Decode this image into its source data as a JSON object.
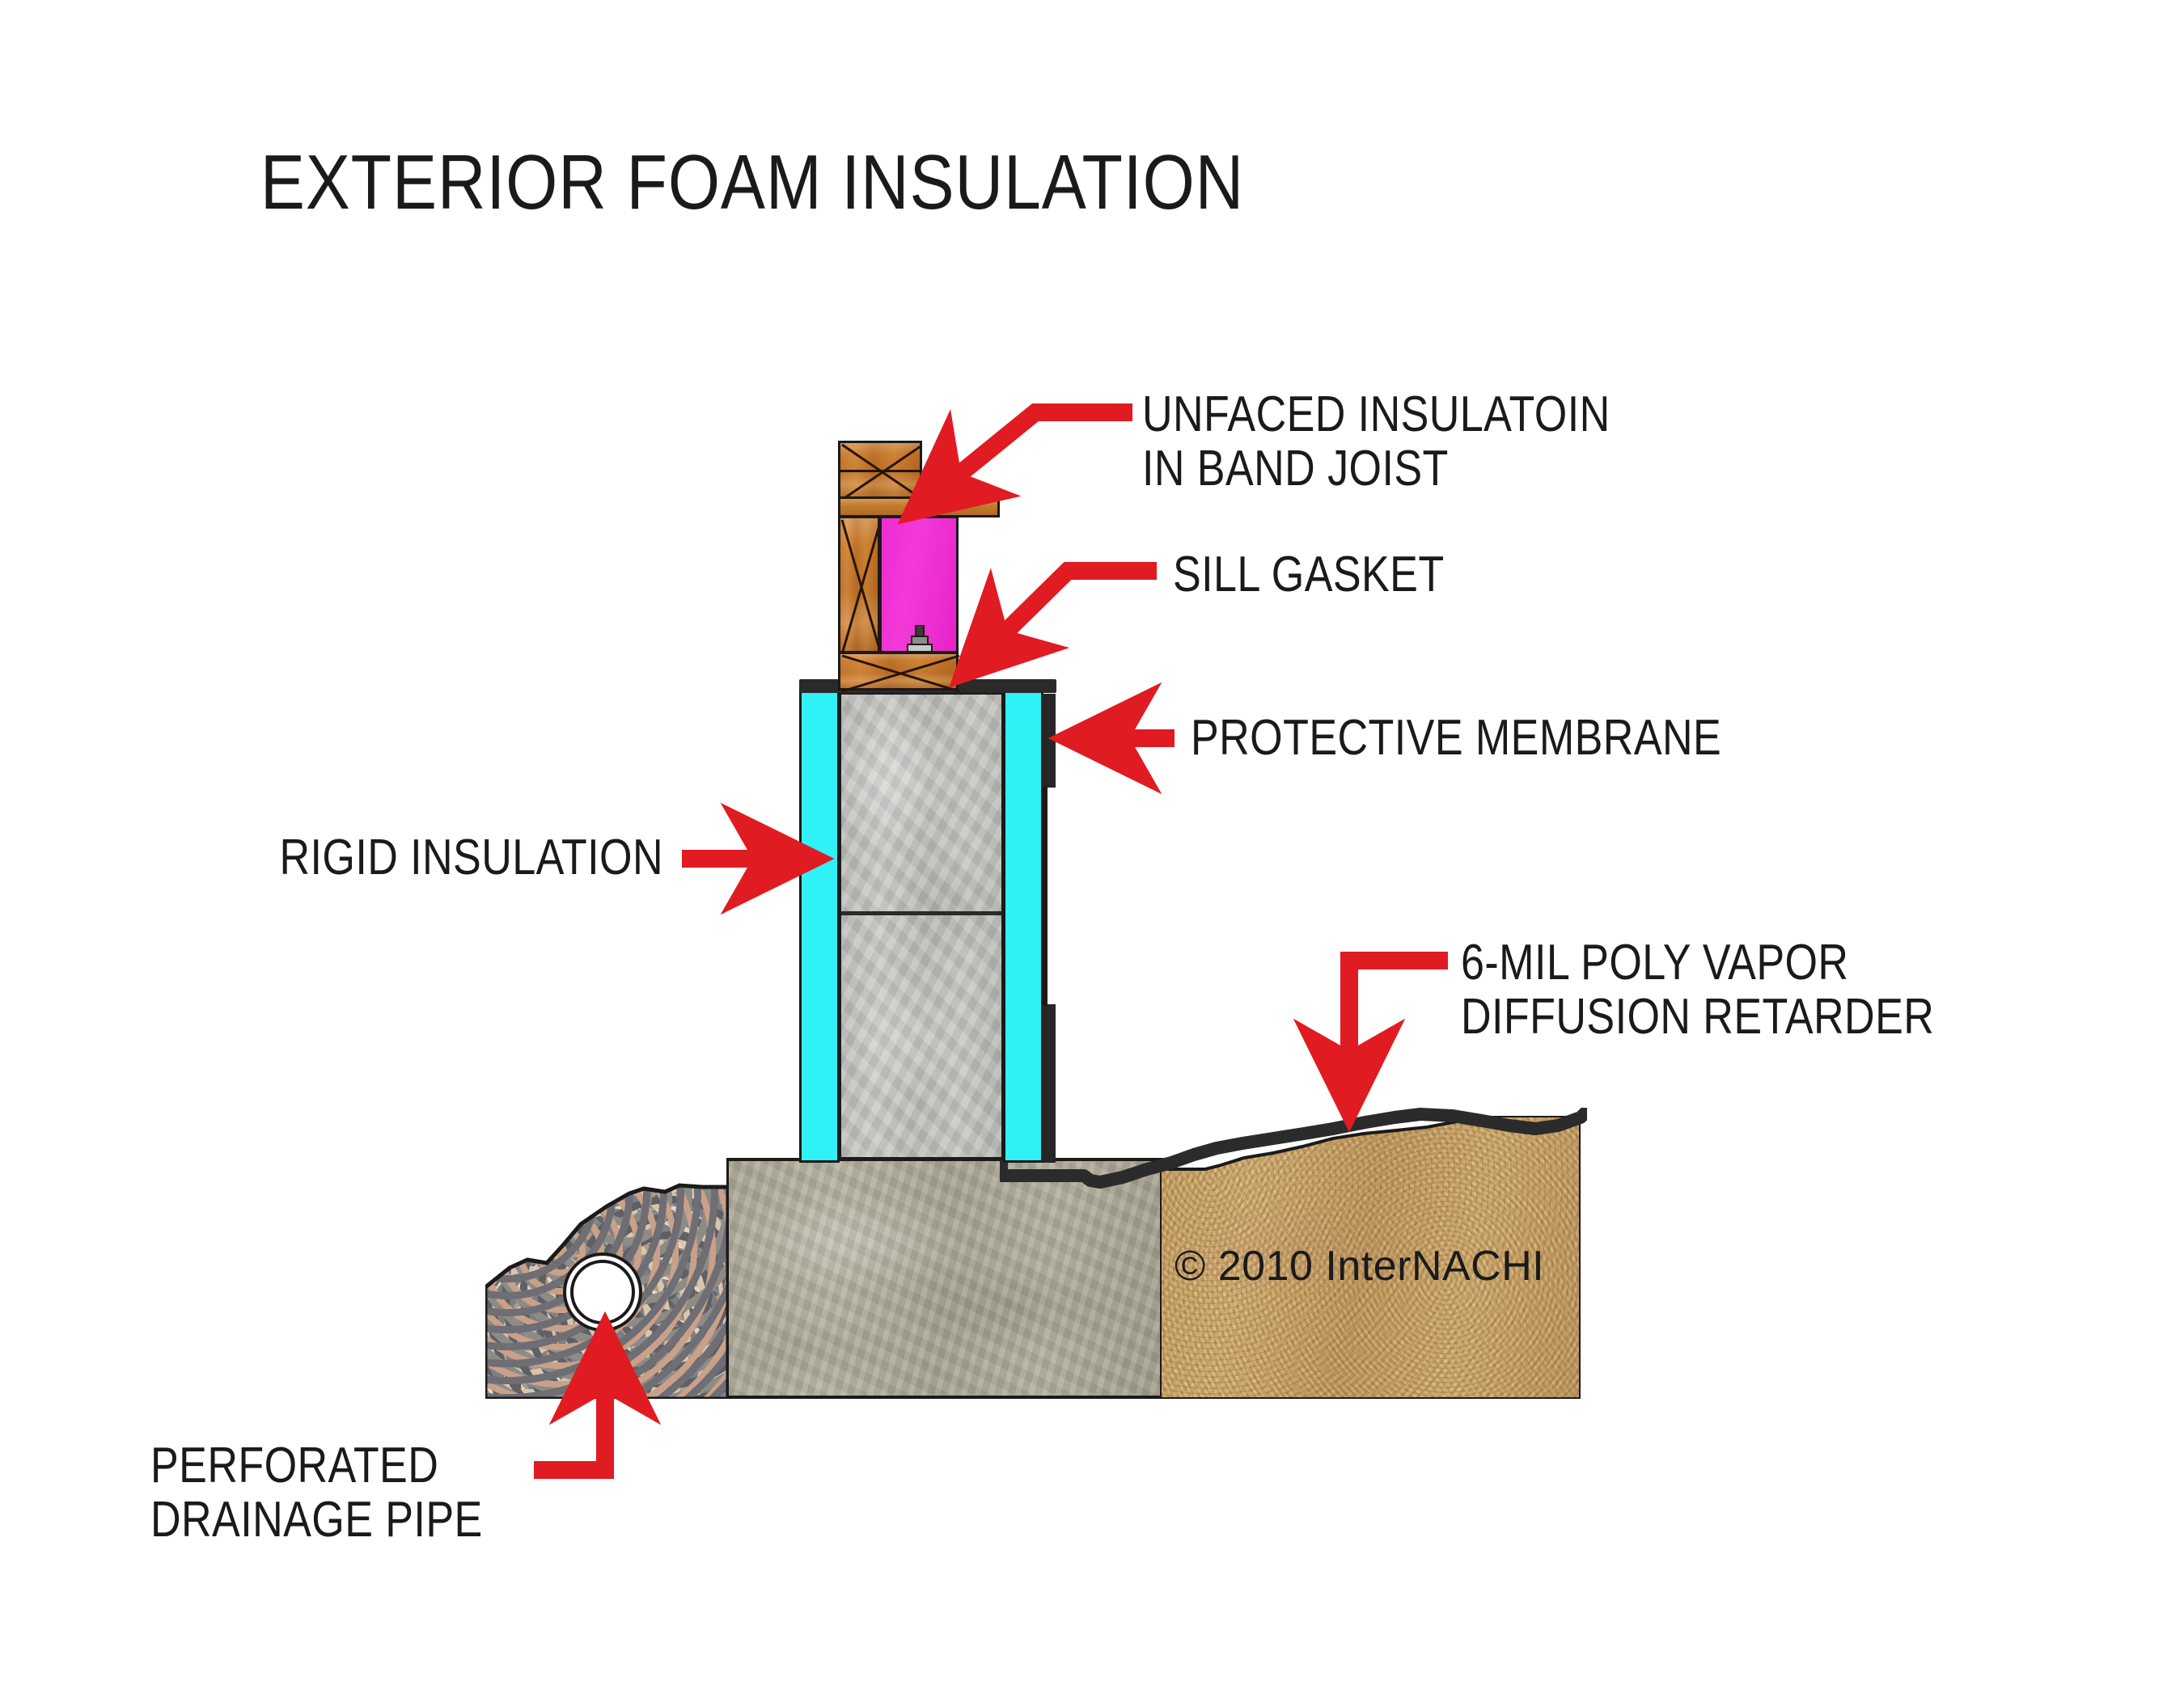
{
  "diagram": {
    "title": "EXTERIOR FOAM INSULATION",
    "type": "building-section-detail",
    "copyright": "© 2010  InterNACHI",
    "accent_color": "#e01b22",
    "text_color": "#1a1a1a"
  },
  "labels": {
    "unfaced_insulation": "UNFACED INSULATOIN\nIN BAND JOIST",
    "sill_gasket": "SILL GASKET",
    "protective_membrane": "PROTECTIVE MEMBRANE",
    "rigid_insulation": "RIGID INSULATION",
    "vapor_retarder": "6-MIL POLY VAPOR\nDIFFUSION RETARDER",
    "drainage_pipe": "PERFORATED\nDRAINAGE PIPE"
  },
  "components": [
    {
      "name": "subfloor-sheathing",
      "material": "wood",
      "color": "#c87a2e"
    },
    {
      "name": "floor-joist",
      "material": "wood",
      "color": "#c87a2e"
    },
    {
      "name": "band-joist",
      "material": "wood",
      "color": "#c87a2e"
    },
    {
      "name": "batt-insulation",
      "material": "unfaced-fiberglass",
      "color": "#f02ad0"
    },
    {
      "name": "sill-plate",
      "material": "treated-wood",
      "color": "#c87a2e"
    },
    {
      "name": "anchor-bolt",
      "material": "galvanized-steel",
      "color": "#4a4a4a"
    },
    {
      "name": "sill-gasket",
      "material": "foam-sill-seal",
      "color": "#262626"
    },
    {
      "name": "foundation-wall",
      "material": "cast-concrete",
      "color": "#bfbfbb"
    },
    {
      "name": "rigid-insulation-interior",
      "material": "rigid-foam-board",
      "color": "#2ef2f6"
    },
    {
      "name": "rigid-insulation-exterior",
      "material": "rigid-foam-board",
      "color": "#2ef2f6"
    },
    {
      "name": "protective-membrane",
      "material": "membrane",
      "color": "#262626"
    },
    {
      "name": "footing",
      "material": "cast-concrete",
      "color": "#aca894"
    },
    {
      "name": "gravel-bed",
      "material": "washed-gravel",
      "color": "#7d7b7c"
    },
    {
      "name": "perforated-drain-pipe",
      "material": "pvc-pipe",
      "color": "#ffffff"
    },
    {
      "name": "backfill-soil",
      "material": "soil",
      "color": "#d2a968"
    },
    {
      "name": "vapor-diffusion-retarder",
      "material": "6-mil-polyethylene",
      "color": "#2b2b2b"
    }
  ]
}
